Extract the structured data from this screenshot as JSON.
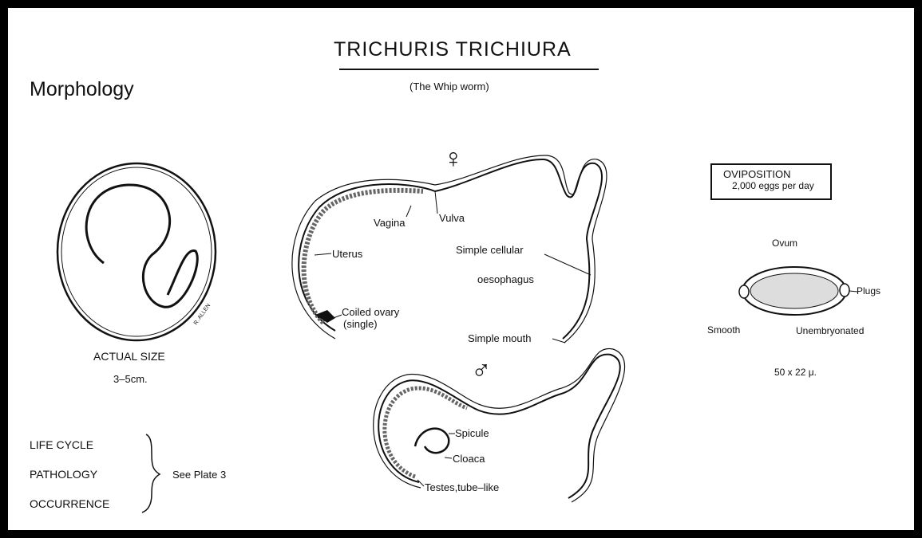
{
  "title": "TRICHURIS TRICHIURA",
  "subtitle": "(The Whip worm)",
  "section": "Morphology",
  "actual_size": {
    "label": "ACTUAL SIZE",
    "value": "3–5cm."
  },
  "crossref": {
    "items": [
      "LIFE CYCLE",
      "PATHOLOGY",
      "OCCURRENCE"
    ],
    "note": "See Plate 3"
  },
  "female": {
    "symbol": "♀",
    "labels": [
      "Vagina",
      "Vulva",
      "Uterus",
      "Simple cellular",
      "oesophagus",
      "Coiled ovary",
      "(single)",
      "Simple mouth"
    ]
  },
  "male": {
    "symbol": "♂",
    "labels": [
      "Spicule",
      "Cloaca",
      "Testes,tube–like"
    ]
  },
  "oviposition": {
    "title": "OVIPOSITION",
    "value": "2,000 eggs per day"
  },
  "ovum": {
    "title": "Ovum",
    "plugs": "Plugs",
    "smooth": "Smooth",
    "unembryonated": "Unembryonated",
    "size": "50 x 22 μ."
  },
  "signature": "R. ALLEN"
}
